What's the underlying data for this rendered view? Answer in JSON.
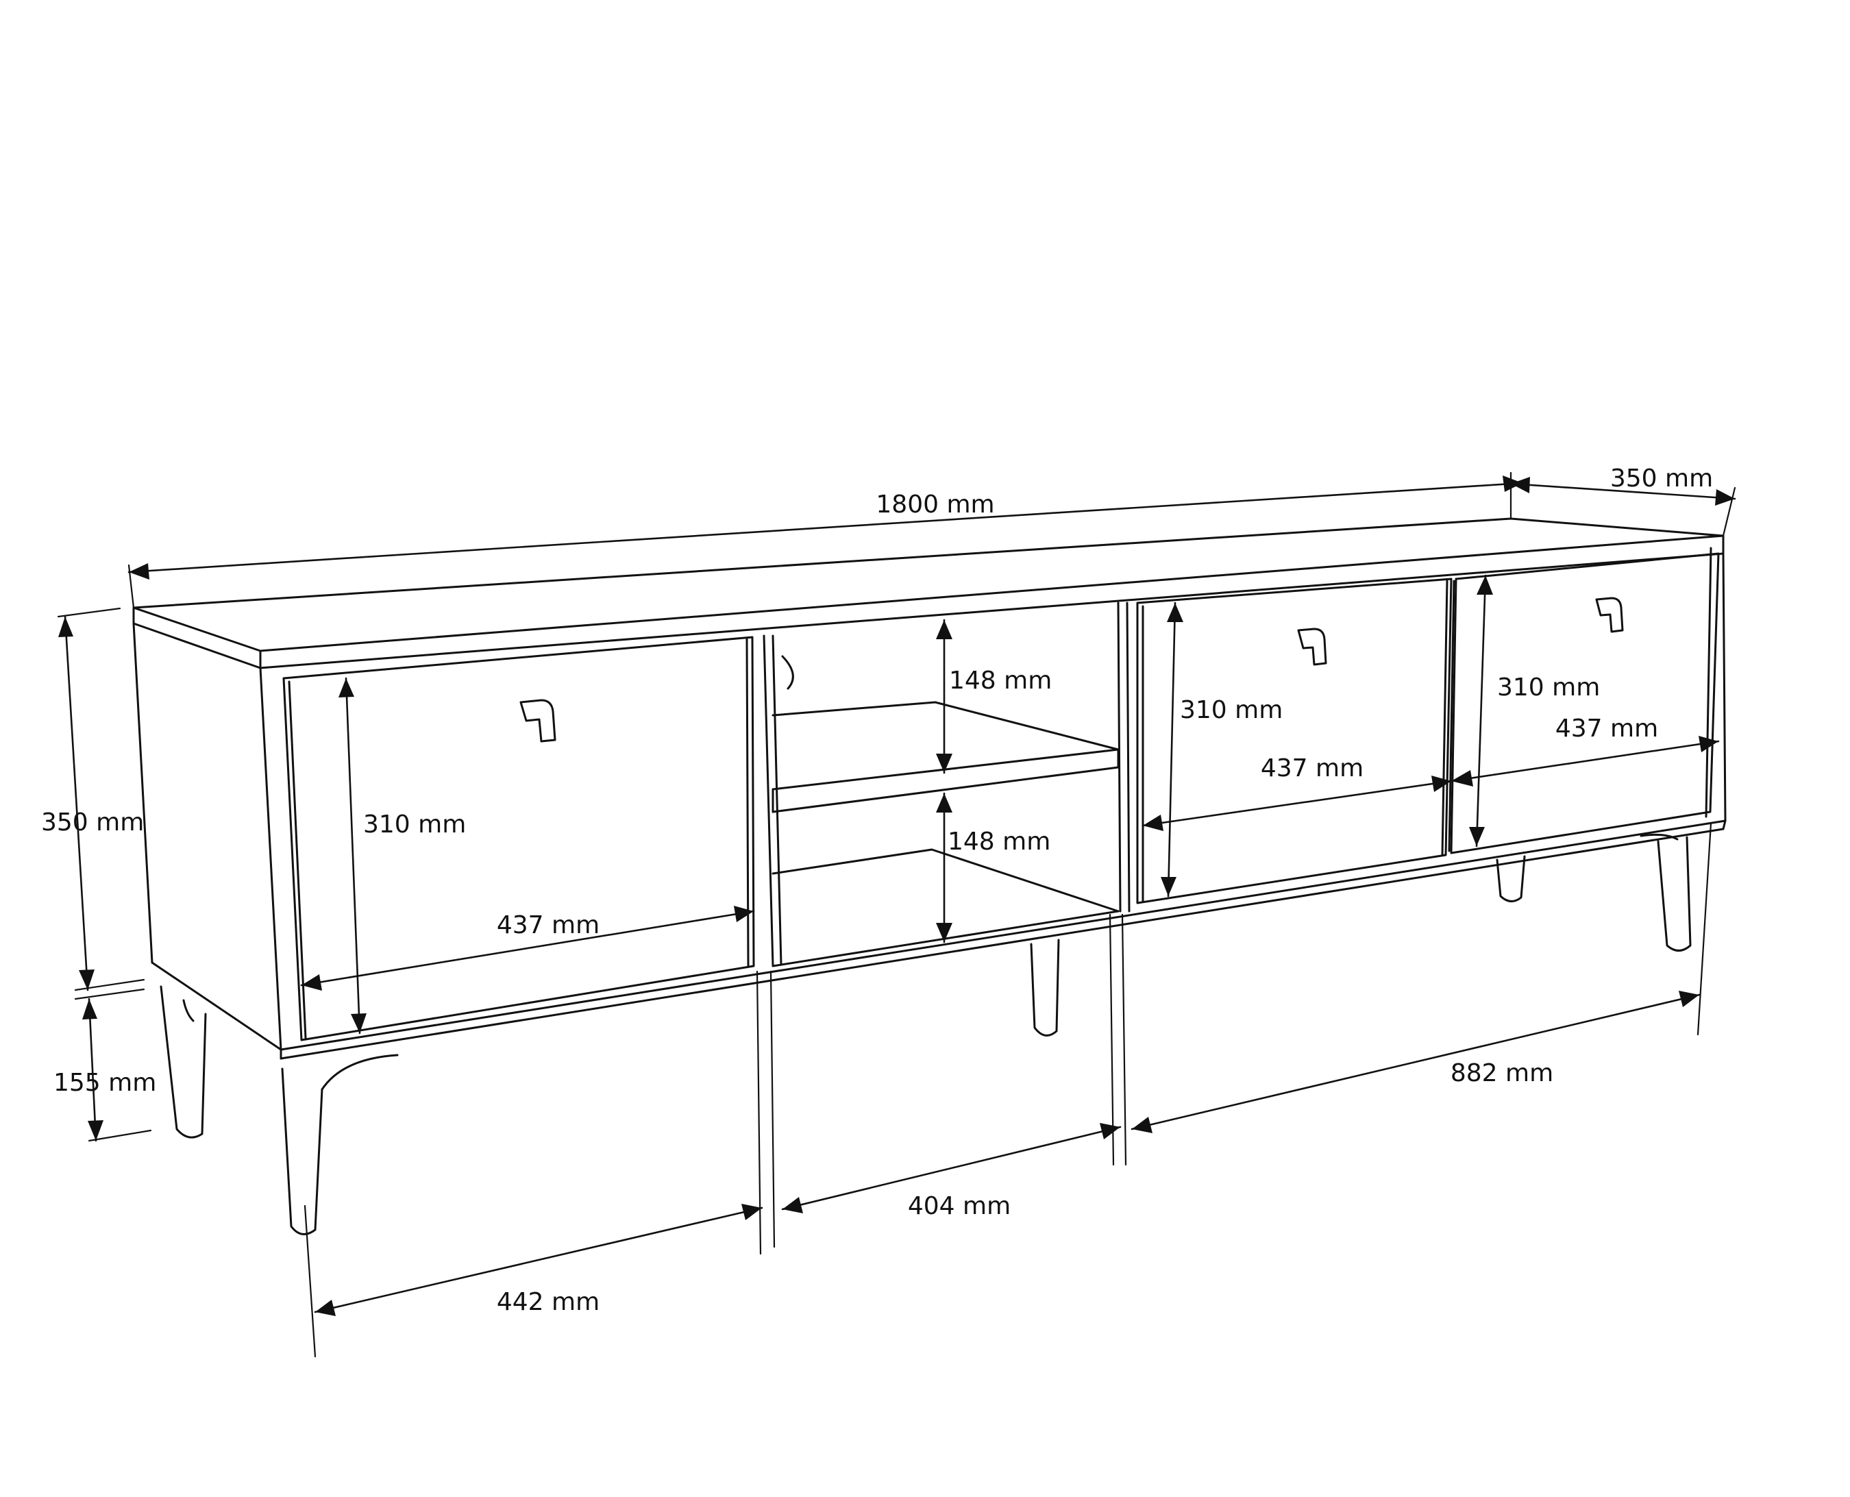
{
  "labels": {
    "overall_width": "1800 mm",
    "overall_depth": "350 mm",
    "body_height": "350 mm",
    "leg_height": "155 mm",
    "left_door_height": "310 mm",
    "left_door_width": "437 mm",
    "shelf_upper_height": "148 mm",
    "shelf_lower_height": "148 mm",
    "door2_height": "310 mm",
    "door2_width": "437 mm",
    "door3_height": "310 mm",
    "door3_width": "437 mm",
    "left_section_width": "442 mm",
    "middle_section_width": "404 mm",
    "right_section_width": "882 mm"
  }
}
